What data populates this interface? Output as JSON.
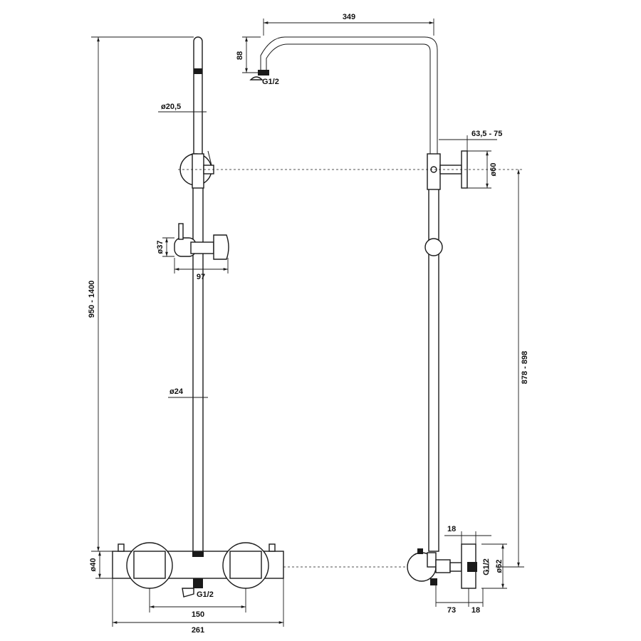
{
  "labels": {
    "head_width": "349",
    "head_drop": "88",
    "head_thread": "G1/2",
    "upper_tube_dia": "ø20,5",
    "holder_offset": "63,5 - 75",
    "holder_dia": "ø60",
    "slider_dia": "ø37",
    "slider_width": "97",
    "total_height": "950 - 1400",
    "lower_tube_dia": "ø24",
    "outlet_height": "878 - 898",
    "valve_dia": "ø40",
    "valve_thread": "G1/2",
    "axis_distance": "150",
    "total_width": "261",
    "eccentric_top": "18",
    "eccentric_bottom": "18",
    "eccentric_depth": "73",
    "connector_thread": "G1/2",
    "rosette_dia": "ø62"
  },
  "colors": {
    "line": "#1a1a1a",
    "background": "#ffffff"
  }
}
